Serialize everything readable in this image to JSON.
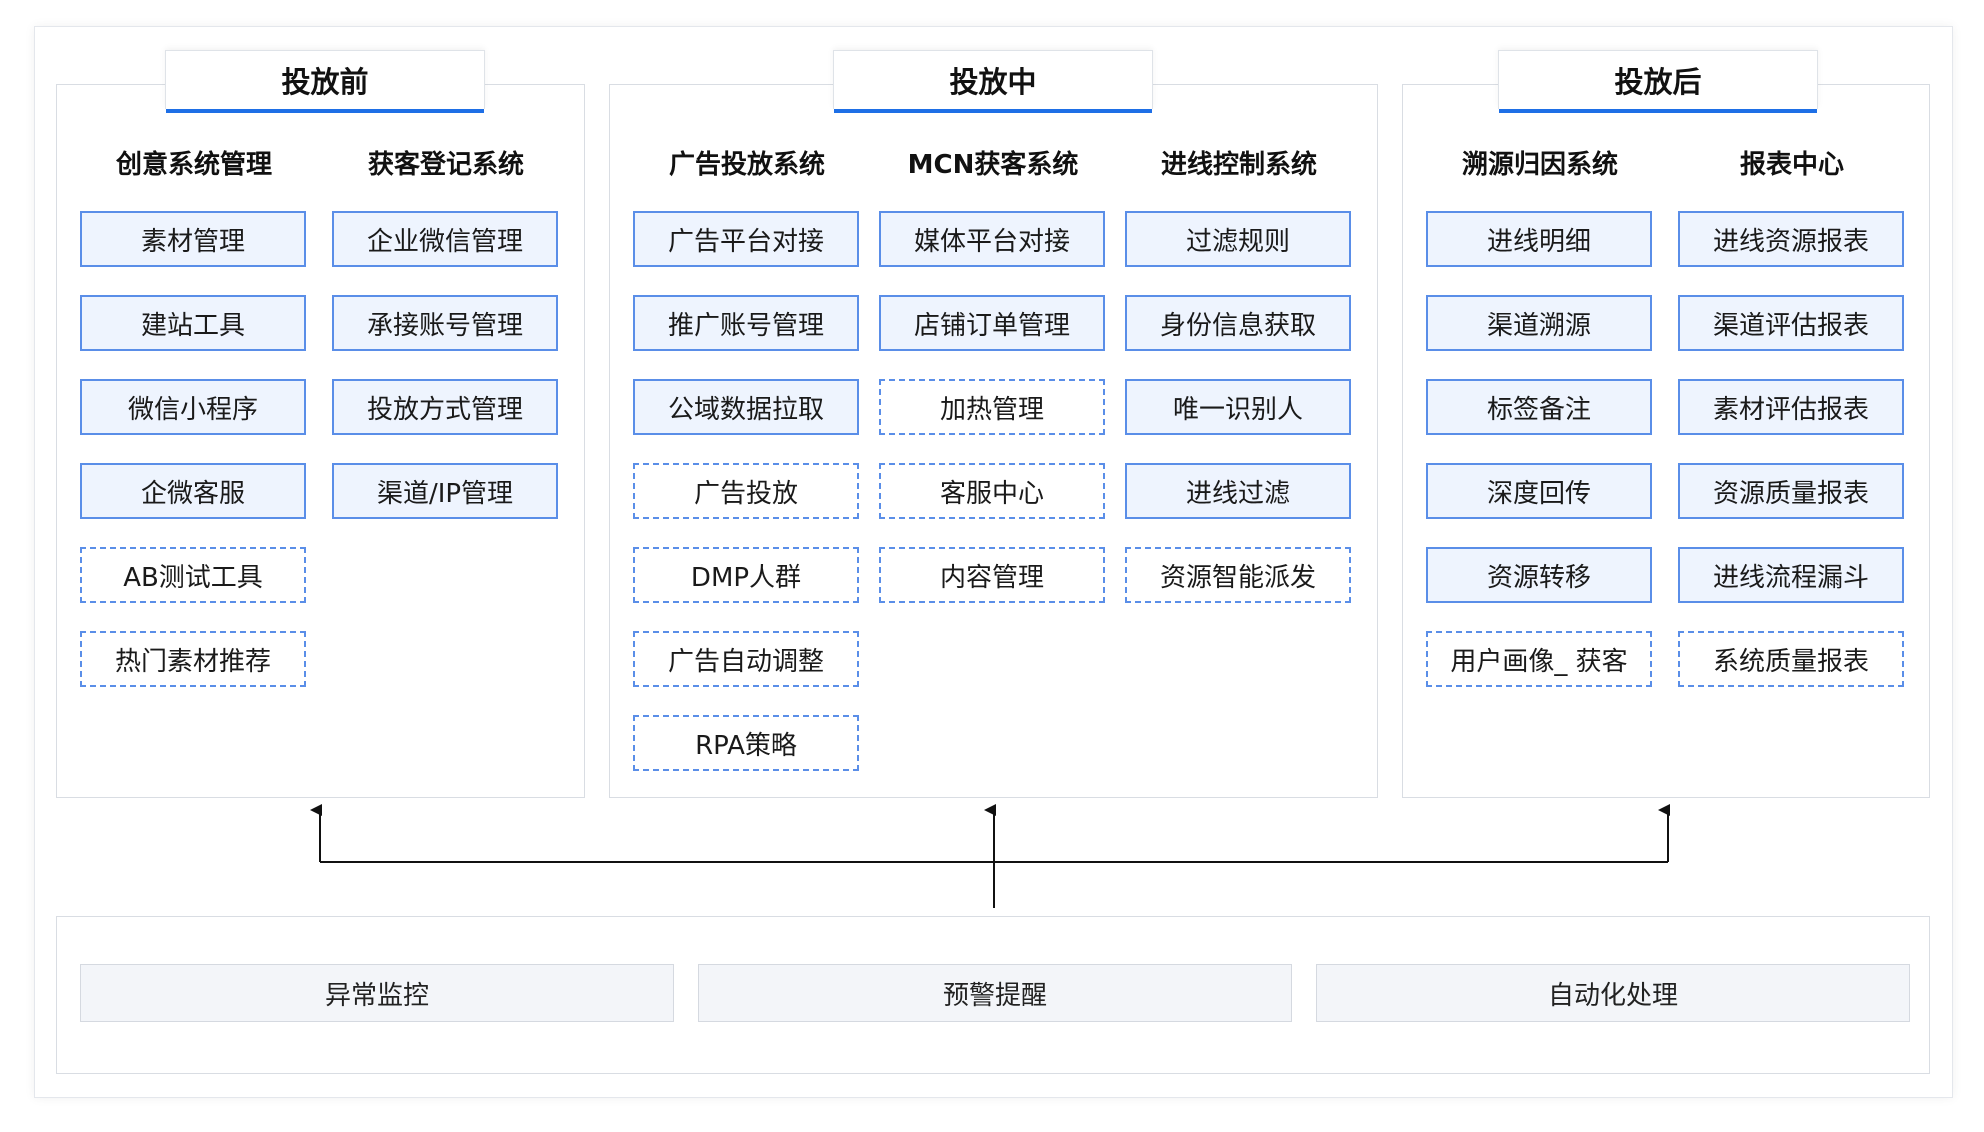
{
  "phases": [
    {
      "title": "投放前",
      "columns": [
        {
          "header": "创意系统管理",
          "items": [
            {
              "label": "素材管理",
              "style": "solid"
            },
            {
              "label": "建站工具",
              "style": "solid"
            },
            {
              "label": "微信小程序",
              "style": "solid"
            },
            {
              "label": "企微客服",
              "style": "solid"
            },
            {
              "label": "AB测试工具",
              "style": "dashed"
            },
            {
              "label": "热门素材推荐",
              "style": "dashed"
            }
          ]
        },
        {
          "header": "获客登记系统",
          "items": [
            {
              "label": "企业微信管理",
              "style": "solid"
            },
            {
              "label": "承接账号管理",
              "style": "solid"
            },
            {
              "label": "投放方式管理",
              "style": "solid"
            },
            {
              "label": "渠道/IP管理",
              "style": "solid"
            }
          ]
        }
      ]
    },
    {
      "title": "投放中",
      "columns": [
        {
          "header": "广告投放系统",
          "items": [
            {
              "label": "广告平台对接",
              "style": "solid"
            },
            {
              "label": "推广账号管理",
              "style": "solid"
            },
            {
              "label": "公域数据拉取",
              "style": "solid"
            },
            {
              "label": "广告投放",
              "style": "dashed"
            },
            {
              "label": "DMP人群",
              "style": "dashed"
            },
            {
              "label": "广告自动调整",
              "style": "dashed"
            },
            {
              "label": "RPA策略",
              "style": "dashed"
            }
          ]
        },
        {
          "header": "MCN获客系统",
          "items": [
            {
              "label": "媒体平台对接",
              "style": "solid"
            },
            {
              "label": "店铺订单管理",
              "style": "solid"
            },
            {
              "label": "加热管理",
              "style": "dashed"
            },
            {
              "label": "客服中心",
              "style": "dashed"
            },
            {
              "label": "内容管理",
              "style": "dashed"
            }
          ]
        },
        {
          "header": "进线控制系统",
          "items": [
            {
              "label": "过滤规则",
              "style": "solid"
            },
            {
              "label": "身份信息获取",
              "style": "solid"
            },
            {
              "label": "唯一识别人",
              "style": "solid"
            },
            {
              "label": "进线过滤",
              "style": "solid"
            },
            {
              "label": "资源智能派发",
              "style": "dashed"
            }
          ]
        }
      ]
    },
    {
      "title": "投放后",
      "columns": [
        {
          "header": "溯源归因系统",
          "items": [
            {
              "label": "进线明细",
              "style": "solid"
            },
            {
              "label": "渠道溯源",
              "style": "solid"
            },
            {
              "label": "标签备注",
              "style": "solid"
            },
            {
              "label": "深度回传",
              "style": "solid"
            },
            {
              "label": "资源转移",
              "style": "solid"
            },
            {
              "label": "用户画像_ 获客",
              "style": "dashed"
            }
          ]
        },
        {
          "header": "报表中心",
          "items": [
            {
              "label": "进线资源报表",
              "style": "solid"
            },
            {
              "label": "渠道评估报表",
              "style": "solid"
            },
            {
              "label": "素材评估报表",
              "style": "solid"
            },
            {
              "label": "资源质量报表",
              "style": "solid"
            },
            {
              "label": "进线流程漏斗",
              "style": "solid"
            },
            {
              "label": "系统质量报表",
              "style": "dashed"
            }
          ]
        }
      ]
    }
  ],
  "bottom_items": [
    "异常监控",
    "预警提醒",
    "自动化处理"
  ],
  "colors": {
    "accent": "#1e6fe6",
    "item_border": "#5a8ee8",
    "item_fill": "#eef4fe",
    "bottom_fill": "#f3f5f9"
  }
}
